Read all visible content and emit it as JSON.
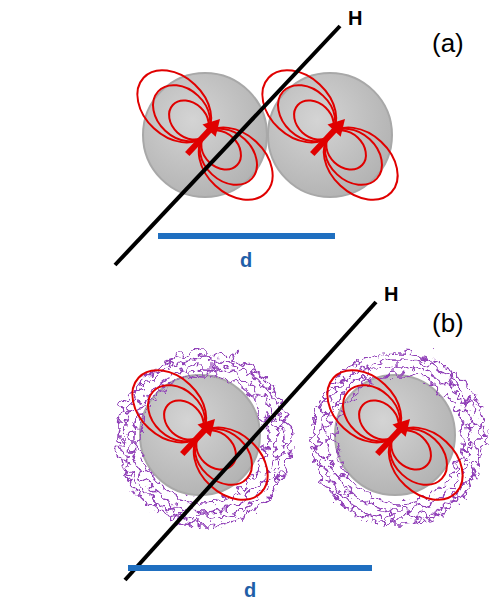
{
  "diagram": {
    "labels": [
      "H",
      "(a)",
      "d",
      "H",
      "(b)",
      "d"
    ]
  }
}
